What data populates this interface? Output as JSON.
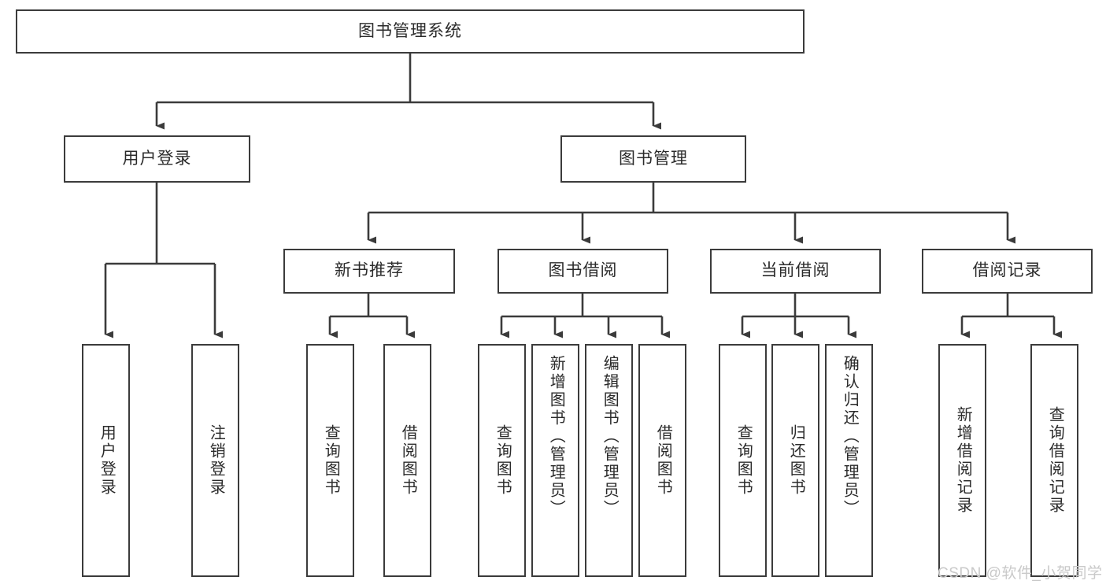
{
  "diagram": {
    "type": "tree-hierarchy",
    "title": "图书管理系统",
    "watermark": "CSDN @软件_小贺同学",
    "colors": {
      "border": "#3b3b3b",
      "background": "#ffffff",
      "text": "#2b2b2b",
      "edge": "#3b3b3b",
      "watermark": "#c9c9c9"
    },
    "levels": [
      {
        "level": 0,
        "nodes": [
          {
            "id": "root",
            "label": "图书管理系统",
            "orientation": "horizontal"
          }
        ]
      },
      {
        "level": 1,
        "nodes": [
          {
            "id": "login",
            "label": "用户登录",
            "orientation": "horizontal",
            "parent": "root"
          },
          {
            "id": "bookmgmt",
            "label": "图书管理",
            "orientation": "horizontal",
            "parent": "root"
          }
        ]
      },
      {
        "level": 2,
        "nodes": [
          {
            "id": "newbook",
            "label": "新书推荐",
            "orientation": "horizontal",
            "parent": "bookmgmt"
          },
          {
            "id": "borrow",
            "label": "图书借阅",
            "orientation": "horizontal",
            "parent": "bookmgmt"
          },
          {
            "id": "current",
            "label": "当前借阅",
            "orientation": "horizontal",
            "parent": "bookmgmt"
          },
          {
            "id": "records",
            "label": "借阅记录",
            "orientation": "horizontal",
            "parent": "bookmgmt"
          }
        ]
      },
      {
        "level": 3,
        "nodes": [
          {
            "id": "leaf1",
            "label": "用户登录",
            "orientation": "vertical",
            "parent": "login"
          },
          {
            "id": "leaf2",
            "label": "注销登录",
            "orientation": "vertical",
            "parent": "login"
          },
          {
            "id": "leaf3",
            "label": "查询图书",
            "orientation": "vertical",
            "parent": "newbook"
          },
          {
            "id": "leaf4",
            "label": "借阅图书",
            "orientation": "vertical",
            "parent": "newbook"
          },
          {
            "id": "leaf5",
            "label": "查询图书",
            "orientation": "vertical",
            "parent": "borrow"
          },
          {
            "id": "leaf6",
            "label": "新增图书（管理员）",
            "orientation": "vertical",
            "parent": "borrow"
          },
          {
            "id": "leaf7",
            "label": "编辑图书（管理员）",
            "orientation": "vertical",
            "parent": "borrow"
          },
          {
            "id": "leaf8",
            "label": "借阅图书",
            "orientation": "vertical",
            "parent": "borrow"
          },
          {
            "id": "leaf9",
            "label": "查询图书",
            "orientation": "vertical",
            "parent": "current"
          },
          {
            "id": "leaf10",
            "label": "归还图书",
            "orientation": "vertical",
            "parent": "current"
          },
          {
            "id": "leaf11",
            "label": "确认归还（管理员）",
            "orientation": "vertical",
            "parent": "current"
          },
          {
            "id": "leaf12",
            "label": "新增借阅记录",
            "orientation": "vertical",
            "parent": "records"
          },
          {
            "id": "leaf13",
            "label": "查询借阅记录",
            "orientation": "vertical",
            "parent": "records"
          }
        ]
      }
    ]
  }
}
